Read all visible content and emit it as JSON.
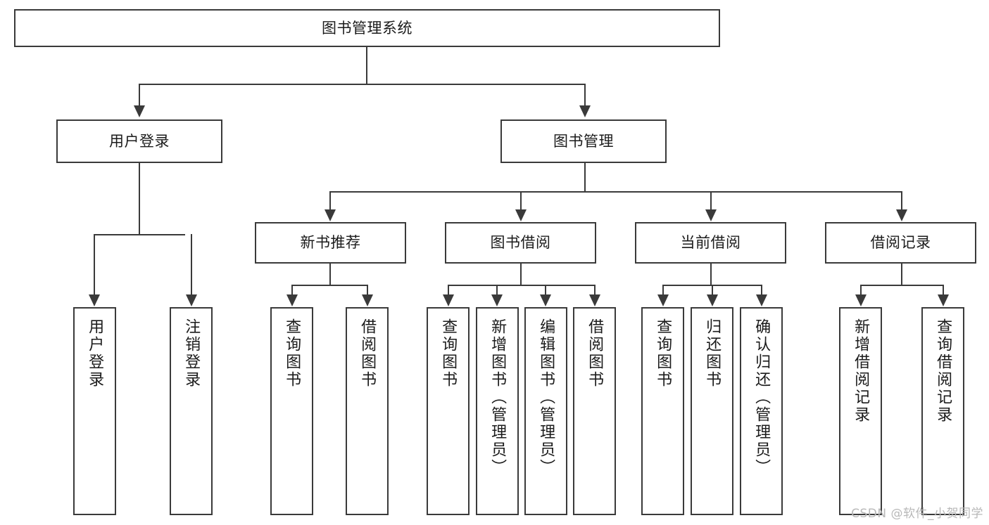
{
  "diagram": {
    "title": "图书管理系统",
    "type": "tree-hierarchy-diagram",
    "colors": {
      "stroke": "#3a3a3a",
      "fill": "#ffffff",
      "text": "#1b1b1b",
      "watermark": "#b8b8b8"
    },
    "root": {
      "label": "图书管理系统"
    },
    "level2": [
      {
        "label": "用户登录"
      },
      {
        "label": "图书管理"
      }
    ],
    "level3": [
      {
        "label": "新书推荐"
      },
      {
        "label": "图书借阅"
      },
      {
        "label": "当前借阅"
      },
      {
        "label": "借阅记录"
      }
    ],
    "leaves": {
      "user_login": [
        {
          "label": "用户登录"
        },
        {
          "label": "注销登录"
        }
      ],
      "new_book_recommend": [
        {
          "label": "查询图书"
        },
        {
          "label": "借阅图书"
        }
      ],
      "book_borrow": [
        {
          "label": "查询图书"
        },
        {
          "label": "新增图书（管理员）"
        },
        {
          "label": "编辑图书（管理员）"
        },
        {
          "label": "借阅图书"
        }
      ],
      "current_borrow": [
        {
          "label": "查询图书"
        },
        {
          "label": "归还图书"
        },
        {
          "label": "确认归还（管理员）"
        }
      ],
      "borrow_record": [
        {
          "label": "新增借阅记录"
        },
        {
          "label": "查询借阅记录"
        }
      ]
    }
  },
  "watermark": {
    "text": "CSDN @软件_小贺同学"
  }
}
